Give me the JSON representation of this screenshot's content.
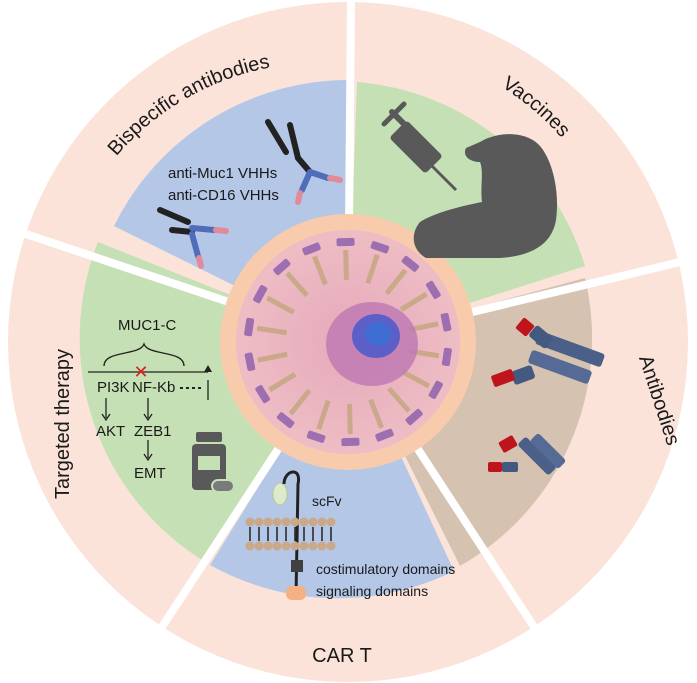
{
  "sectors": {
    "bispecific": {
      "title": "Bispecific antibodies",
      "line1": "anti-Muc1 VHHs",
      "line2": "anti-CD16 VHHs"
    },
    "vaccines": {
      "title": "Vaccines"
    },
    "antibodies": {
      "title": "Antibodies"
    },
    "cart": {
      "title": "CAR T",
      "scfv": "scFv",
      "costim": "costimulatory domains",
      "signaling": "signaling domains"
    },
    "targeted": {
      "title": "Targeted therapy",
      "muc1c": "MUC1-C",
      "pi3k": "PI3K",
      "nfkb": "NF-Kb",
      "akt": "AKT",
      "zeb1": "ZEB1",
      "emt": "EMT",
      "inhibit_mark": "✕"
    }
  },
  "colors": {
    "outer_ring": "#fbe3da",
    "bispecific_bg": "#b4c7e7",
    "vaccines_bg": "#c5e0b4",
    "antibodies_bg": "#d5c2b0",
    "cart_bg": "#b4c7e7",
    "targeted_bg": "#c5e0b4",
    "center_ring": "#f8cbad",
    "cell": "#eab8c0",
    "receptor": "#9d6fb0",
    "red_mark": "#e02020"
  }
}
